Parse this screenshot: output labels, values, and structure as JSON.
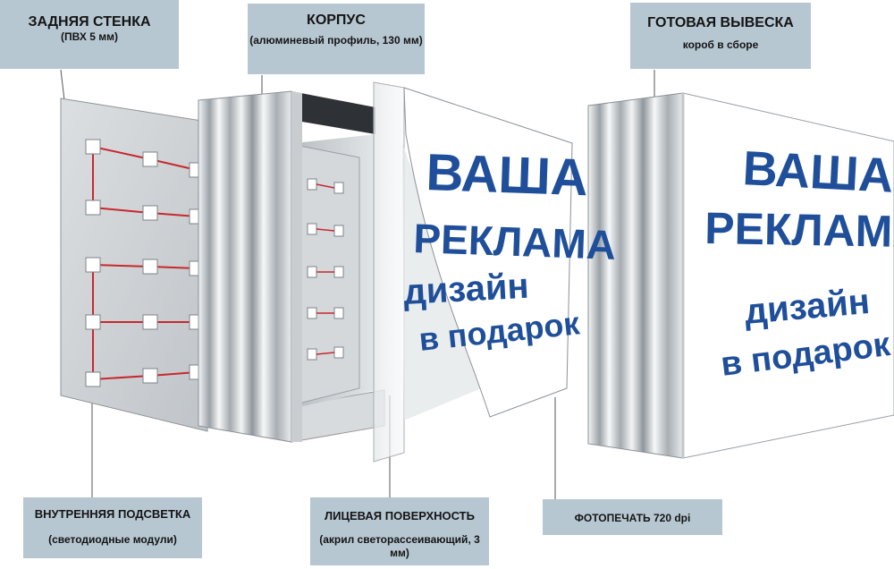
{
  "labels": {
    "back_wall": {
      "title": "ЗАДНЯЯ СТЕНКА",
      "subtitle": "(ПВХ 5 мм)"
    },
    "body": {
      "title": "КОРПУС",
      "subtitle": "(алюминевый профиль, 130 мм)"
    },
    "ready_sign": {
      "title": "ГОТОВАЯ ВЫВЕСКА",
      "subtitle": "короб в сборе"
    },
    "led": {
      "title": "ВНУТРЕННЯЯ ПОДСВЕТКА",
      "subtitle": "(светодиодные модули)"
    },
    "face": {
      "title": "ЛИЦЕВАЯ ПОВЕРХНОСТЬ",
      "subtitle": "(акрил светорассеивающий, 3 мм)"
    },
    "photo": {
      "title": "ФОТОПЕЧАТЬ 720 dpi"
    }
  },
  "sign_text": {
    "line1": "ВАША",
    "line2": "РЕКЛАМА",
    "line3": "дизайн",
    "line4": "в подарок"
  },
  "colors": {
    "label_bg": "#b7c7d2",
    "sign_text": "#1f4f9a",
    "led_wire": "#c8282e",
    "profile_gray": "#9ea4aa"
  }
}
